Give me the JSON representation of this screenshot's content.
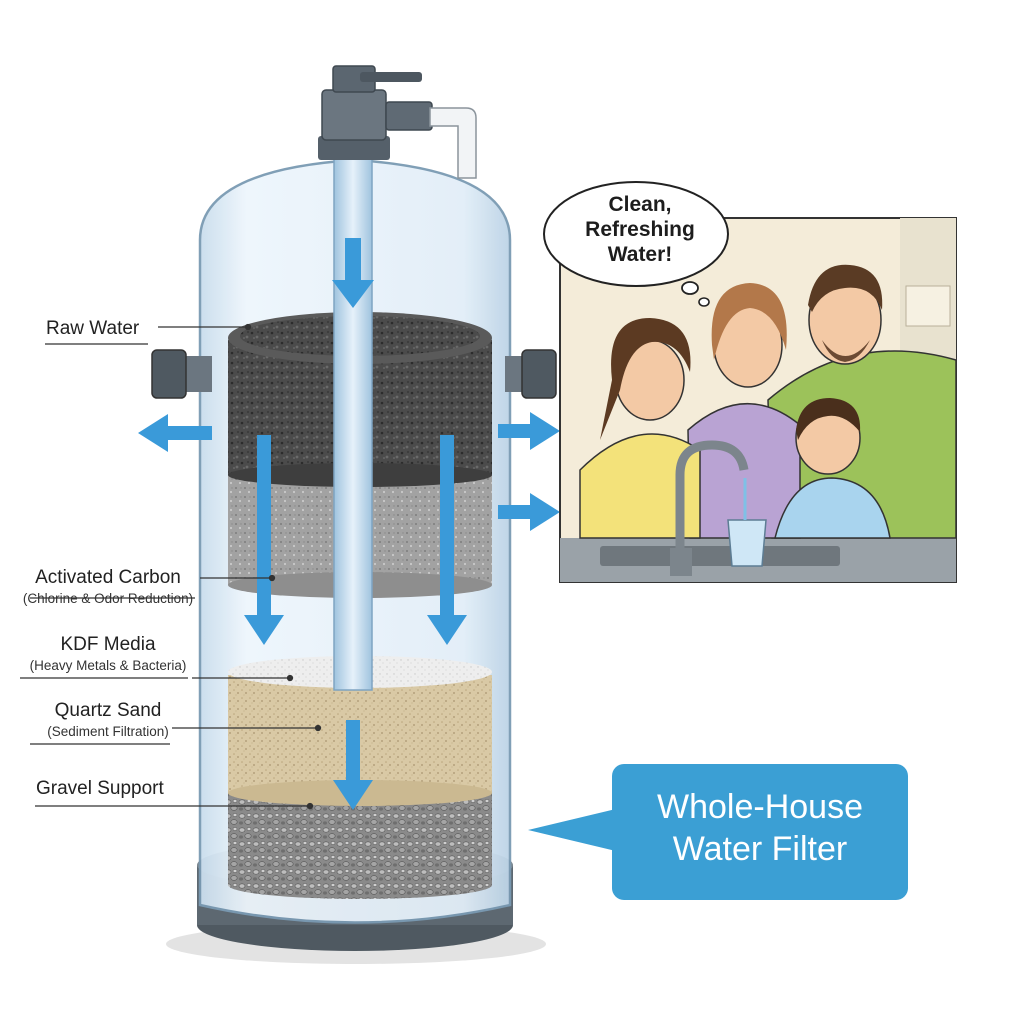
{
  "labels": {
    "raw_water": "Raw Water",
    "activated_carbon": {
      "title": "Activated Carbon",
      "note": "(Chlorine & Odor Reduction)"
    },
    "kdf_media": {
      "title": "KDF Media",
      "note": "(Heavy Metals & Bacteria)"
    },
    "quartz_sand": {
      "title": "Quartz Sand",
      "note": "(Sediment Filtration)"
    },
    "gravel_support": "Gravel Support"
  },
  "speech_bubble": {
    "line1": "Clean,",
    "line2": "Refreshing",
    "line3": "Water!"
  },
  "callout": {
    "line1": "Whole-House",
    "line2": "Water Filter"
  },
  "colors": {
    "flow_arrow": "#3a9ad9",
    "callout_bg": "#3b9fd4",
    "carbon": "#4a4a4a",
    "kdf": "#9a9a9a",
    "sand": "#d6c6a2",
    "gravel": "#8c8c8c",
    "tank_glass": "#dcebf6"
  }
}
